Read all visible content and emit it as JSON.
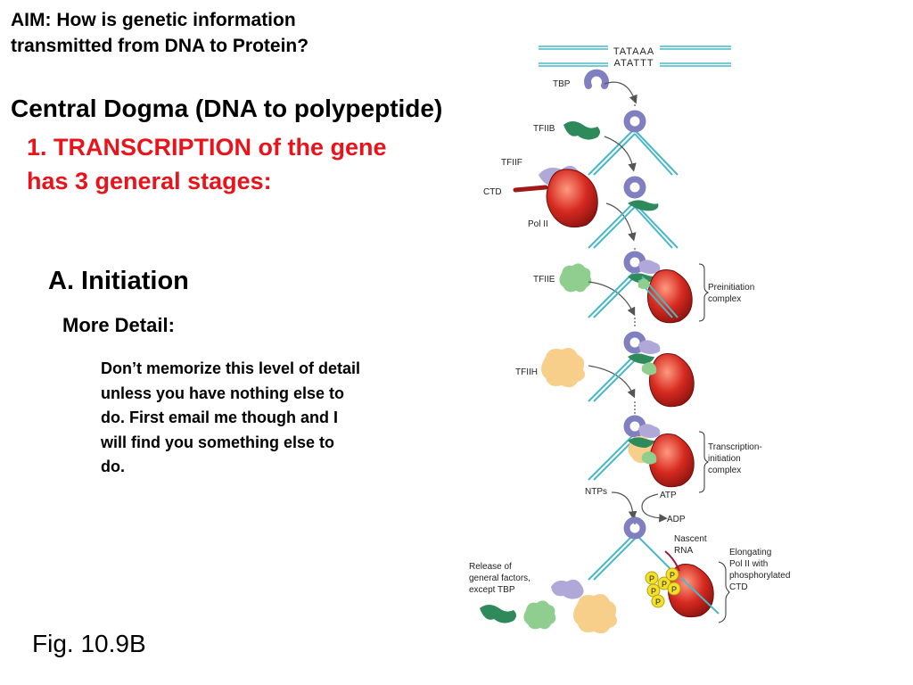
{
  "slide": {
    "aim": [
      "AIM: How is genetic information",
      "transmitted from DNA to Protein?"
    ],
    "central_dogma": "Central Dogma (DNA to polypeptide)",
    "transcription": [
      "1. TRANSCRIPTION of the gene",
      "has 3 general stages:"
    ],
    "initiation": "A. Initiation",
    "more_detail": "More Detail:",
    "note": [
      "Don’t memorize this level of detail",
      "unless you have nothing else to",
      "do. First email me though and I",
      "will find you something else to",
      "do."
    ],
    "figure_caption": "Fig. 10.9B"
  },
  "diagram": {
    "sequence_top": "TATAAA",
    "sequence_bottom": "ATATTT",
    "labels": {
      "tbp": "TBP",
      "tfiib": "TFIIB",
      "tfiif": "TFIIF",
      "ctd": "CTD",
      "pol_ii": "Pol II",
      "tfiie": "TFIIE",
      "tfiih": "TFIIH",
      "ntps": "NTPs",
      "atp": "ATP",
      "adp": "ADP",
      "nascent_rna": [
        "Nascent",
        "RNA"
      ],
      "release": [
        "Release of",
        "general factors,",
        "except TBP"
      ]
    },
    "brackets": {
      "preinitiation": [
        "Preinitiation",
        "complex"
      ],
      "transcription_initiation": [
        "Transcription-",
        "initiation",
        "complex"
      ],
      "elongating": [
        "Elongating",
        "Pol II with",
        "phosphorylated",
        "CTD"
      ]
    },
    "phospho_label": "P",
    "colors": {
      "dna": "#48b8c8",
      "tbp": "#8080c0",
      "tfiib": "#2e8a5a",
      "pol_ii": "#d62a20",
      "tfiie": "#8fce8f",
      "tfiih": "#f8cf8a",
      "tfiif": "#b0a8d8",
      "phosphate": "#f2e02a"
    }
  }
}
